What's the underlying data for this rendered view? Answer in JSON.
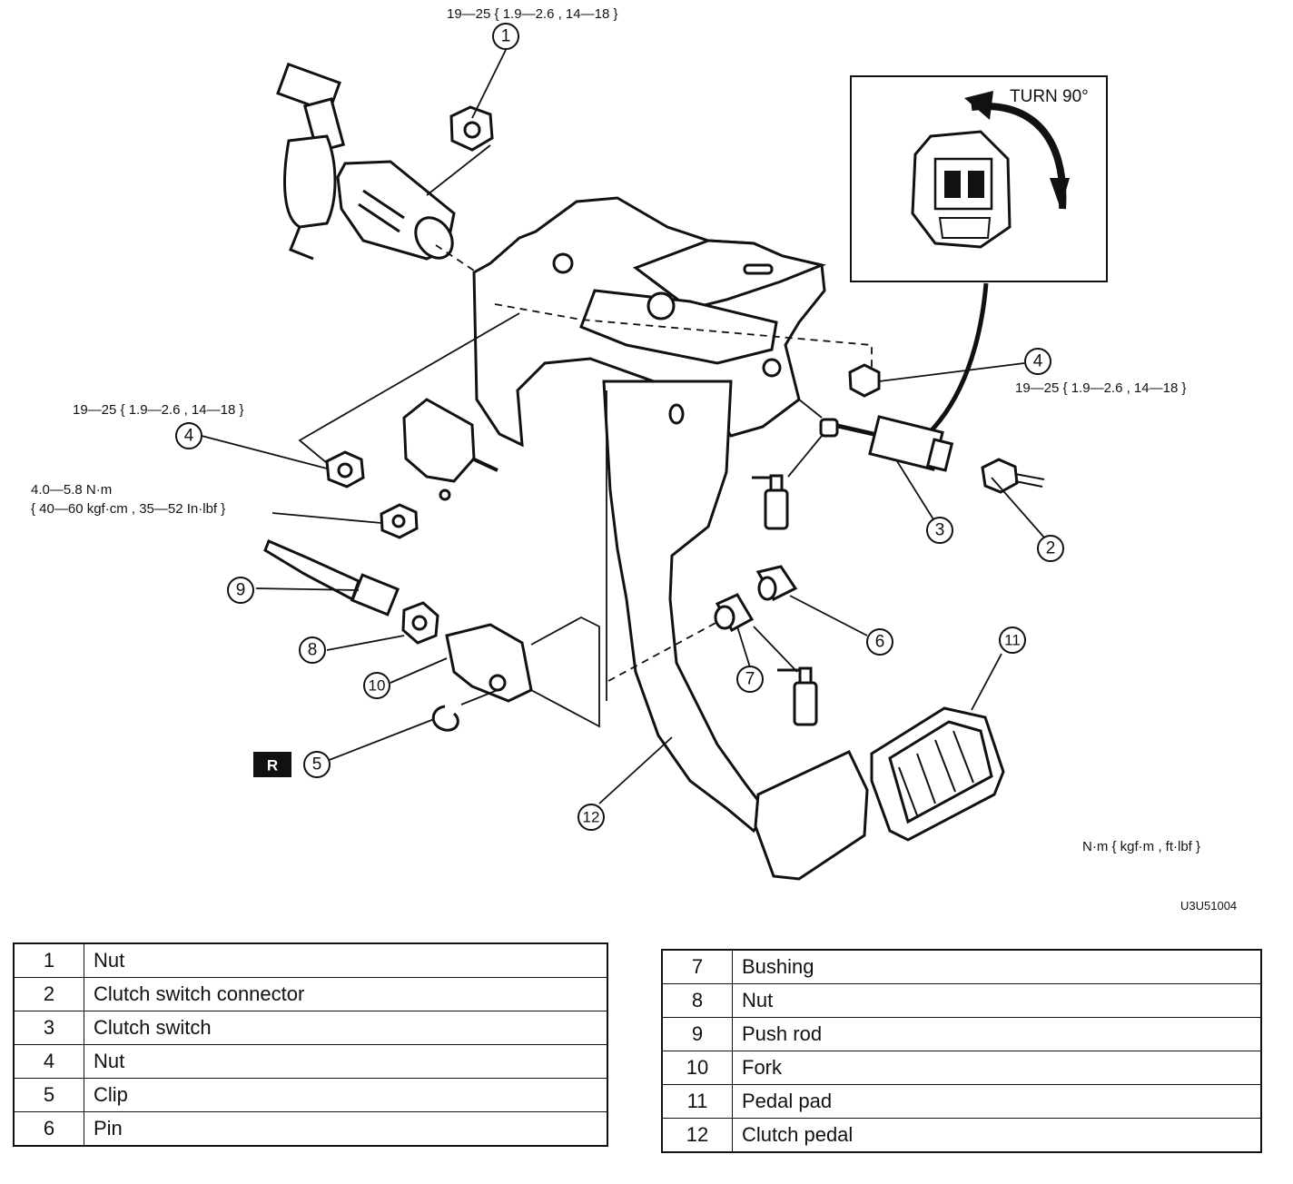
{
  "torque": {
    "nut1": "19—25 { 1.9—2.6 , 14—18 }",
    "nut4_left": "19—25 { 1.9—2.6 , 14—18 }",
    "nut4_right": "19—25 { 1.9—2.6 , 14—18 }",
    "small_nm": "4.0—5.8 N·m",
    "small_alt": "{ 40—60 kgf·cm , 35—52 In·lbf }",
    "units": "N·m { kgf·m , ft·lbf }"
  },
  "inset": {
    "label": "TURN 90°"
  },
  "marker": "R",
  "figure_code": "U3U51004",
  "callouts": [
    "1",
    "2",
    "3",
    "4",
    "4",
    "5",
    "6",
    "7",
    "8",
    "9",
    "10",
    "11",
    "12"
  ],
  "legend_left": [
    {
      "num": "1",
      "name": "Nut"
    },
    {
      "num": "2",
      "name": "Clutch switch connector"
    },
    {
      "num": "3",
      "name": "Clutch switch"
    },
    {
      "num": "4",
      "name": "Nut"
    },
    {
      "num": "5",
      "name": "Clip"
    },
    {
      "num": "6",
      "name": "Pin"
    }
  ],
  "legend_right": [
    {
      "num": "7",
      "name": "Bushing"
    },
    {
      "num": "8",
      "name": "Nut"
    },
    {
      "num": "9",
      "name": "Push rod"
    },
    {
      "num": "10",
      "name": "Fork"
    },
    {
      "num": "11",
      "name": "Pedal pad"
    },
    {
      "num": "12",
      "name": "Clutch pedal"
    }
  ],
  "colors": {
    "ink": "#111111",
    "paper": "#ffffff"
  }
}
